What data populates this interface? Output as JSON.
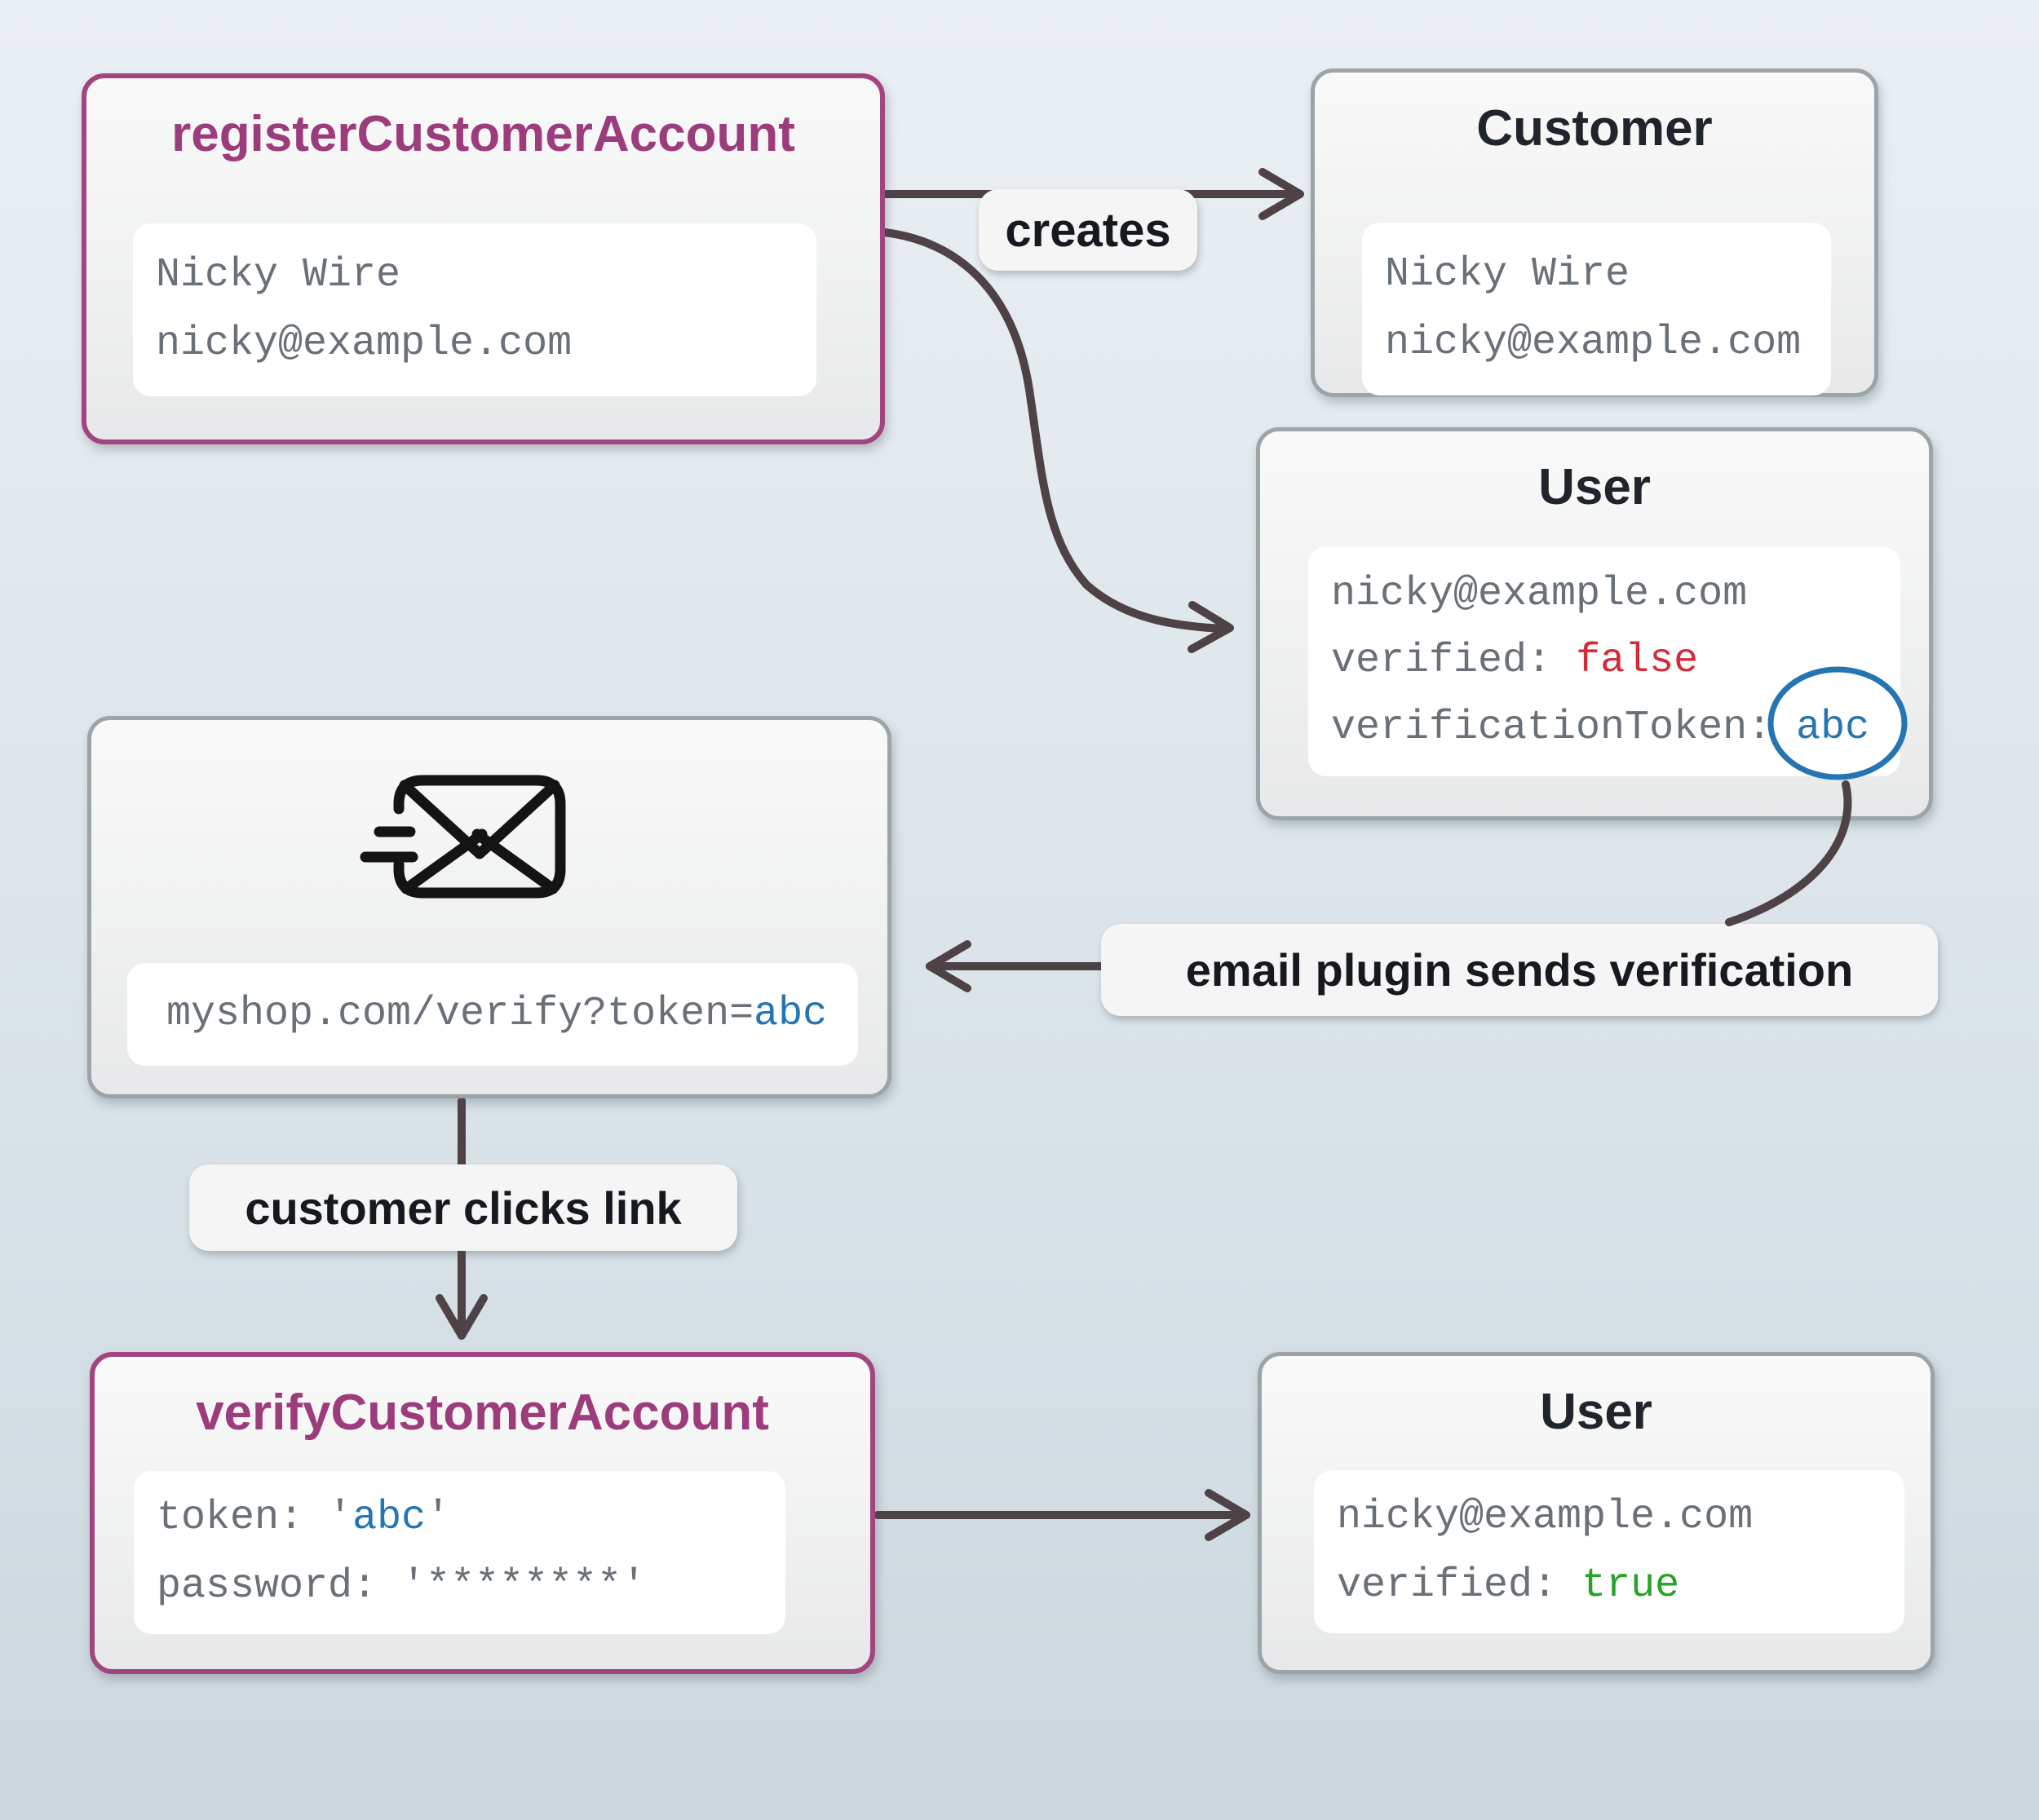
{
  "colors": {
    "purple": "#9c3c7c",
    "gray_border": "#9ba4a9",
    "arrow": "#4e4247",
    "value_red": "#d42b3a",
    "value_green": "#27a327",
    "value_blue": "#2575b2",
    "code_gray": "#697077"
  },
  "nodes": {
    "register": {
      "title": "registerCustomerAccount",
      "name_field": "Nicky Wire",
      "email_field": "nicky@example.com"
    },
    "customer": {
      "title": "Customer",
      "name_field": "Nicky Wire",
      "email_field": "nicky@example.com"
    },
    "user_unverified": {
      "title": "User",
      "email": "nicky@example.com",
      "verified_key": "verified: ",
      "verified_value": "false",
      "token_key": "verificationToken: ",
      "token_value": "abc"
    },
    "email_node": {
      "url_prefix": "myshop.com/verify?token=",
      "url_token": "abc"
    },
    "verify": {
      "title": "verifyCustomerAccount",
      "token_key": "token: ",
      "quote": "'",
      "token_value": "abc",
      "password_key": "password: ",
      "password_value": "'********'"
    },
    "user_verified": {
      "title": "User",
      "email": "nicky@example.com",
      "verified_key": "verified: ",
      "verified_value": "true"
    }
  },
  "labels": {
    "creates": "creates",
    "email_plugin": "email plugin sends verification",
    "customer_clicks": "customer clicks link"
  },
  "icons": {
    "mail": "mail-send-icon"
  }
}
